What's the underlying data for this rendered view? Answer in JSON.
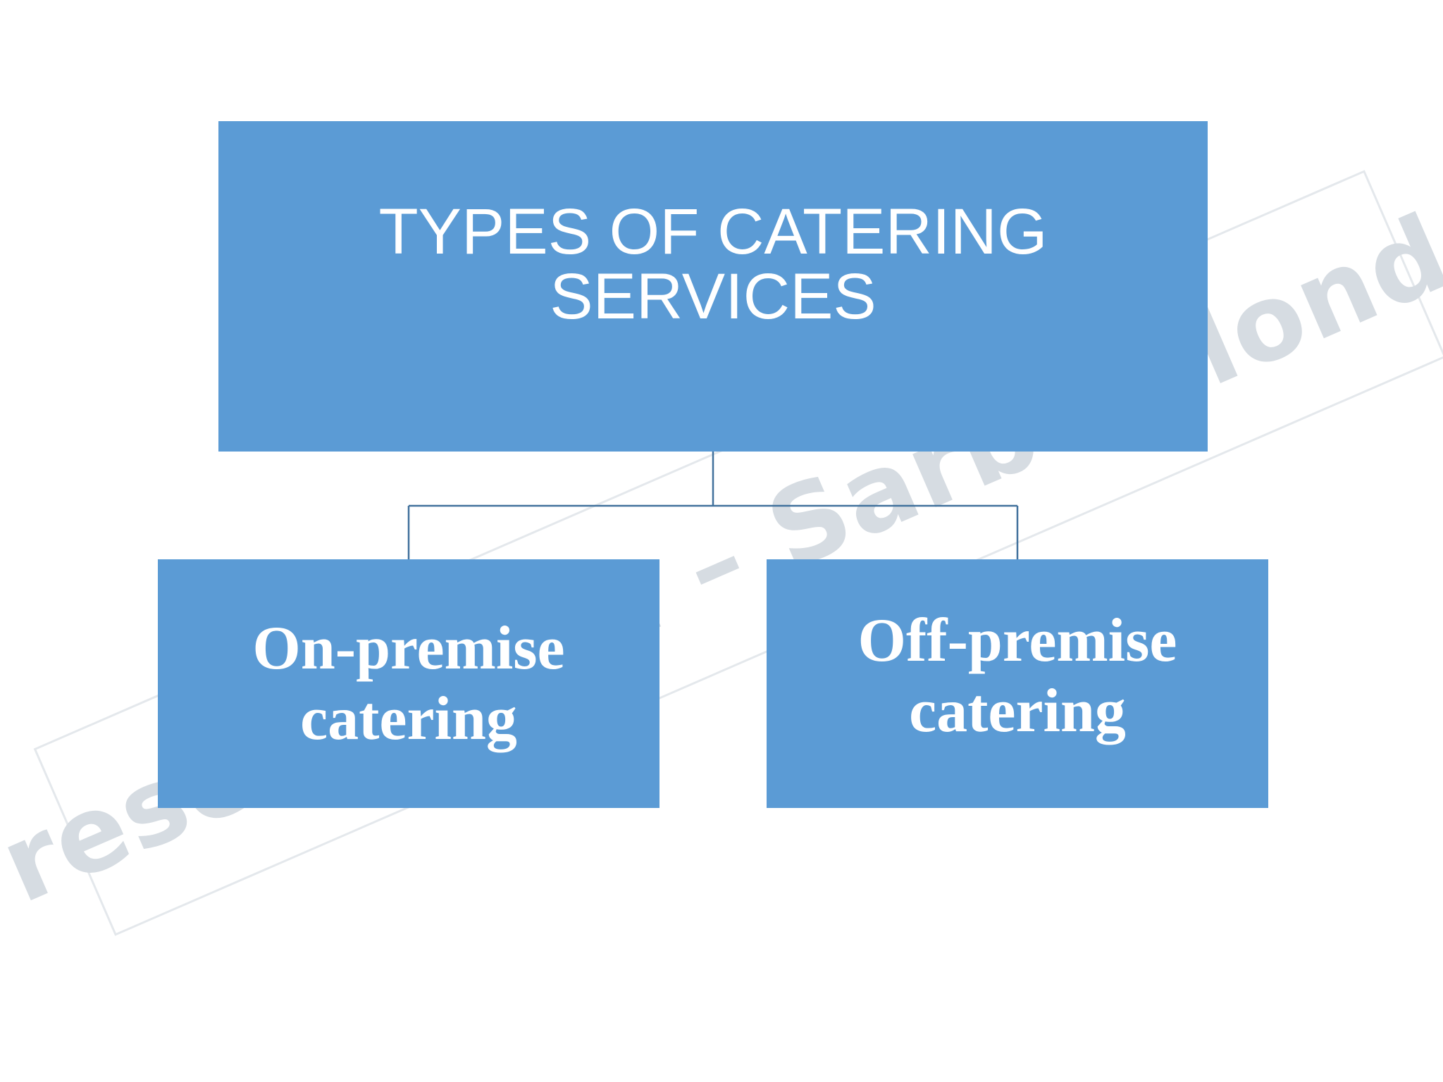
{
  "diagram": {
    "root": {
      "label": "TYPES OF CATERING SERVICES"
    },
    "children": [
      {
        "label": "On-premise catering"
      },
      {
        "label": "Off-premise catering"
      }
    ]
  },
  "watermark": {
    "text": "Presentation – Sarbo Mondal"
  },
  "colors": {
    "box_fill": "#5b9bd5",
    "connector": "#41719c",
    "text": "#ffffff"
  }
}
